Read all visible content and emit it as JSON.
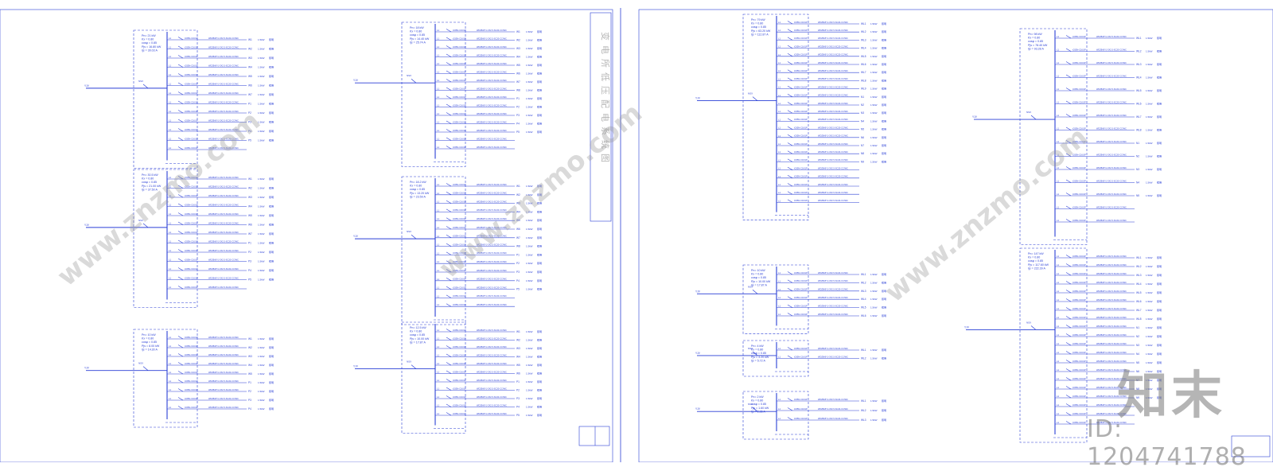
{
  "colors": {
    "line": "#2a3fd6",
    "text": "#2a3fd6",
    "watermark": "#9a9a9a",
    "background": "#ffffff"
  },
  "watermark": {
    "url_text": "www.znzmo.com",
    "brand_text": "知末",
    "id_text": "ID: 1204741788"
  },
  "sheet1": {
    "title_block_text": "变电所低压配电系统图",
    "panels": [
      {
        "params": [
          "Pn= 21 kW",
          "Kx = 0.80",
          "cosφ = 0.85",
          "Pjs = 16.80 kW",
          "Ijs = 30.03 A"
        ],
        "circuits": [
          "W1",
          "W2",
          "W3",
          "W4",
          "W5",
          "W6",
          "W7",
          "P1",
          "P2",
          "P3",
          "P4",
          "P5",
          ""
        ]
      },
      {
        "params": [
          "Pn= 30.5 kW",
          "Kx = 0.80",
          "cosφ = 0.85",
          "Pjs = 21.00 kW",
          "Ijs = 37.50 A"
        ],
        "circuits": [
          "W1",
          "W2",
          "W3",
          "W4",
          "W5",
          "W6",
          "W7",
          "P1",
          "P2",
          "P3",
          "P4",
          "P5",
          ""
        ]
      },
      {
        "params": [
          "Pn= 10 kW",
          "Kx = 0.80",
          "cosφ = 0.85",
          "Pjs = 8.00 kW",
          "Ijs = 14.30 A"
        ],
        "circuits": [
          "W1",
          "W2",
          "W3",
          "W4",
          "W5",
          "P1",
          "P2",
          "P3",
          "P4"
        ]
      },
      {
        "params": [
          "Pn= 18 kW",
          "Kx = 0.80",
          "cosφ = 0.85",
          "Pjs = 14.40 kW",
          "Ijs = 25.74 A"
        ],
        "circuits": [
          "W1",
          "W2",
          "W3",
          "W4",
          "W5",
          "W6",
          "W7",
          "W8",
          "P1",
          "P2",
          "P3",
          "P4",
          "P5",
          "",
          ""
        ]
      },
      {
        "params": [
          "Pn= 18.2 kW",
          "Kx = 0.80",
          "cosφ = 0.85",
          "Pjs = 13.20 kW",
          "Ijs = 23.59 A"
        ],
        "circuits": [
          "W1",
          "W2",
          "W3",
          "W4",
          "W5",
          "W6",
          "W7",
          "W8",
          "P1",
          "P2",
          "P3",
          "P4",
          "P5",
          "",
          ""
        ]
      },
      {
        "params": [
          "Pn= 12.5 kW",
          "Kx = 0.80",
          "cosφ = 0.85",
          "Pjs = 10.00 kW",
          "Ijs = 17.87 A"
        ],
        "circuits": [
          "W1",
          "W2",
          "W3",
          "W4",
          "W5",
          "W6",
          "P1",
          "P2",
          "P3",
          "P4",
          "P5"
        ]
      }
    ]
  },
  "sheet2": {
    "panels": [
      {
        "params": [
          "Pn= 79 kW",
          "Kx = 0.80",
          "cosφ = 0.85",
          "Pjs = 63.20 kW",
          "Ijs = 112.87 A"
        ],
        "circuits": [
          "WL1",
          "WL2",
          "WL3",
          "WL4",
          "WL5",
          "WL6",
          "WL7",
          "WL8",
          "WL9",
          "N1",
          "N2",
          "N3",
          "N4",
          "N5",
          "N6",
          "N7",
          "N8",
          "N9",
          "",
          "",
          "",
          "",
          ""
        ]
      },
      {
        "params": [
          "Pn= 10 kW",
          "Kx = 0.80",
          "cosφ = 0.85",
          "Pjs = 10.00 kW",
          "Ijs = 17.87 A"
        ],
        "circuits": [
          "WL1",
          "WL2",
          "WL3",
          "WL4",
          "WL5",
          "WL6"
        ]
      },
      {
        "params": [
          "Pn= 4 kW",
          "Kx = 0.80",
          "cosφ = 0.85",
          "Pjs = 3.20 kW",
          "Ijs = 5.72 A"
        ],
        "circuits": [
          "WL1",
          "WL2"
        ]
      },
      {
        "params": [
          "Pn= 2 kW",
          "Kx = 0.80",
          "cosφ = 0.85",
          "Pjs = 1.60 kW",
          "Ijs = 2.86 A"
        ],
        "circuits": [
          "WL1",
          "WL2",
          "WL3"
        ]
      },
      {
        "params": [
          "Pn= 98 kW",
          "Kx = 0.80",
          "cosφ = 0.85",
          "Pjs = 78.40 kW",
          "Ijs = 93.28 A"
        ],
        "circuits": [
          "WL1",
          "WL2",
          "WL3",
          "WL4",
          "WL5",
          "WL6",
          "WL7",
          "WL8",
          "N1",
          "N2",
          "N3",
          "N4",
          "N5",
          "",
          ""
        ]
      },
      {
        "params": [
          "Pn= 147 kW",
          "Kx = 0.80",
          "cosφ = 0.85",
          "Pjs = 117.60 kW",
          "Ijs = 222.39 A"
        ],
        "circuits": [
          "WL1",
          "WL2",
          "WL3",
          "WL4",
          "WL5",
          "WL6",
          "WL7",
          "WL8",
          "N1",
          "N2",
          "N3",
          "N4",
          "N5",
          "N6",
          "N7",
          "N8",
          "N9",
          "",
          "",
          ""
        ]
      }
    ]
  }
}
